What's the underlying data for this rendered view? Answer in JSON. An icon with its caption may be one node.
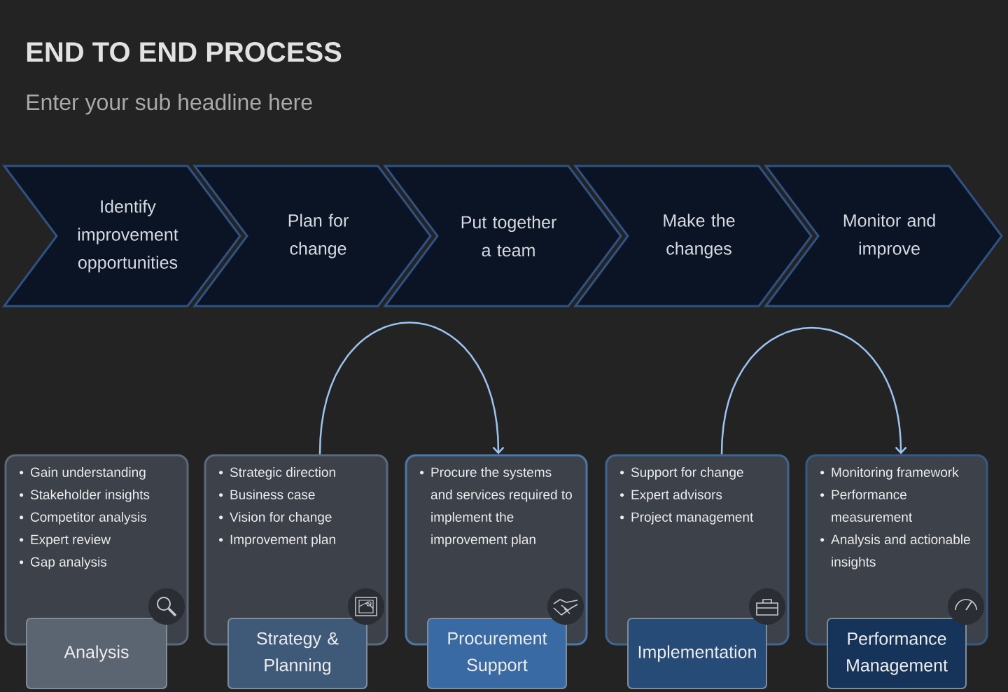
{
  "diagram": {
    "title": "END TO END PROCESS",
    "nodes": [
      {
        "text": [
          "Identify improvement opportunities"
        ]
      },
      {
        "text": [
          "Plan for change"
        ]
      },
      {
        "text": [
          "Put together a team"
        ]
      },
      {
        "text": [
          "Make the changes"
        ]
      },
      {
        "text": [
          "Monitor and improve"
        ]
      },
      {
        "text": [
          "Gain understanding",
          "Stakeholder insights",
          "Competitor analysis",
          "Expert review",
          "Gap analysis"
        ]
      },
      {
        "text": [
          "Strategic direction",
          "Business case",
          "Vision for change",
          "Improvement plan"
        ]
      },
      {
        "text": [
          "Procure the systems and services required to implement the improvement plan"
        ]
      },
      {
        "text": [
          "Support for change",
          "Expert advisors",
          "Project management"
        ]
      },
      {
        "text": [
          "Monitoring framework",
          "Performance measurement",
          "Analysis and actionable insights"
        ]
      },
      {
        "text": [
          "Analysis"
        ]
      },
      {
        "text": [
          "Strategy & Planning"
        ]
      },
      {
        "text": [
          "Procurement Support"
        ]
      },
      {
        "text": [
          "Implementation"
        ]
      },
      {
        "text": [
          "Performance Management"
        ]
      }
    ],
    "edges": [
      {
        "from": 6,
        "to": 7,
        "arrow": "to"
      },
      {
        "from": 8,
        "to": 9,
        "arrow": "to"
      }
    ],
    "labels": [
      "Enter your sub headline here"
    ]
  }
}
